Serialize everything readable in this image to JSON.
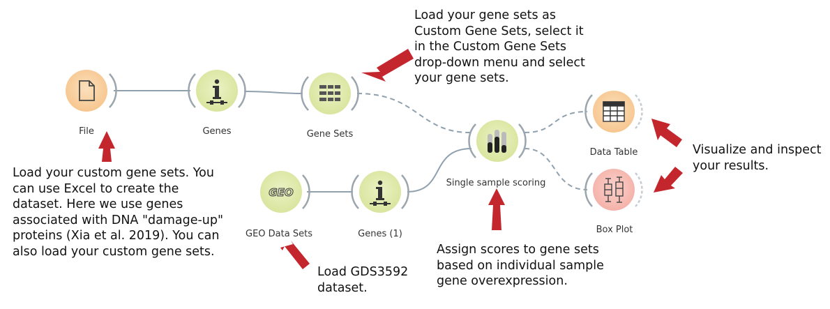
{
  "widgets": [
    {
      "id": "file",
      "label": "File",
      "icon": "file-icon"
    },
    {
      "id": "genes",
      "label": "Genes",
      "icon": "info-icon"
    },
    {
      "id": "gene-sets",
      "label": "Gene Sets",
      "icon": "gene-sets-icon"
    },
    {
      "id": "geo",
      "label": "GEO Data Sets",
      "icon": "geo-icon",
      "icon_text": "GEO"
    },
    {
      "id": "genes1",
      "label": "Genes (1)",
      "icon": "info-icon"
    },
    {
      "id": "sss",
      "label": "Single sample scoring",
      "icon": "bar-chart-icon"
    },
    {
      "id": "data-table",
      "label": "Data Table",
      "icon": "table-icon"
    },
    {
      "id": "box-plot",
      "label": "Box Plot",
      "icon": "box-plot-icon"
    }
  ],
  "links": [
    {
      "from": "file",
      "to": "genes",
      "style": "solid"
    },
    {
      "from": "genes",
      "to": "gene-sets",
      "style": "solid"
    },
    {
      "from": "gene-sets",
      "to": "sss",
      "style": "dashed"
    },
    {
      "from": "geo",
      "to": "genes1",
      "style": "solid"
    },
    {
      "from": "genes1",
      "to": "sss",
      "style": "solid"
    },
    {
      "from": "sss",
      "to": "data-table",
      "style": "dashed"
    },
    {
      "from": "sss",
      "to": "box-plot",
      "style": "dashed"
    }
  ],
  "notes": {
    "custom_sets": [
      "Load your custom gene sets. You",
      "can use Excel to create the",
      "dataset. Here we use genes",
      "associated with DNA \"damage-up\"",
      "proteins (Xia et al. 2019). You can",
      "also load your custom gene sets."
    ],
    "gene_sets": [
      "Load your gene sets as",
      "Custom Gene Sets, select it",
      "in the Custom Gene Sets",
      "drop-down menu and select",
      "your gene sets."
    ],
    "gds": [
      "Load GDS3592",
      "dataset."
    ],
    "scores": [
      "Assign scores to gene sets",
      "based on individual sample",
      "gene overexpression."
    ],
    "visualize": [
      "Visualize and inspect",
      "your results."
    ]
  },
  "colors": {
    "orange_widget": "#f9cf9d",
    "green_widget": "#dfe9a9",
    "red_widget": "#f7bdb5",
    "link": "#8fa0ae",
    "arrow": "#c4262e"
  }
}
